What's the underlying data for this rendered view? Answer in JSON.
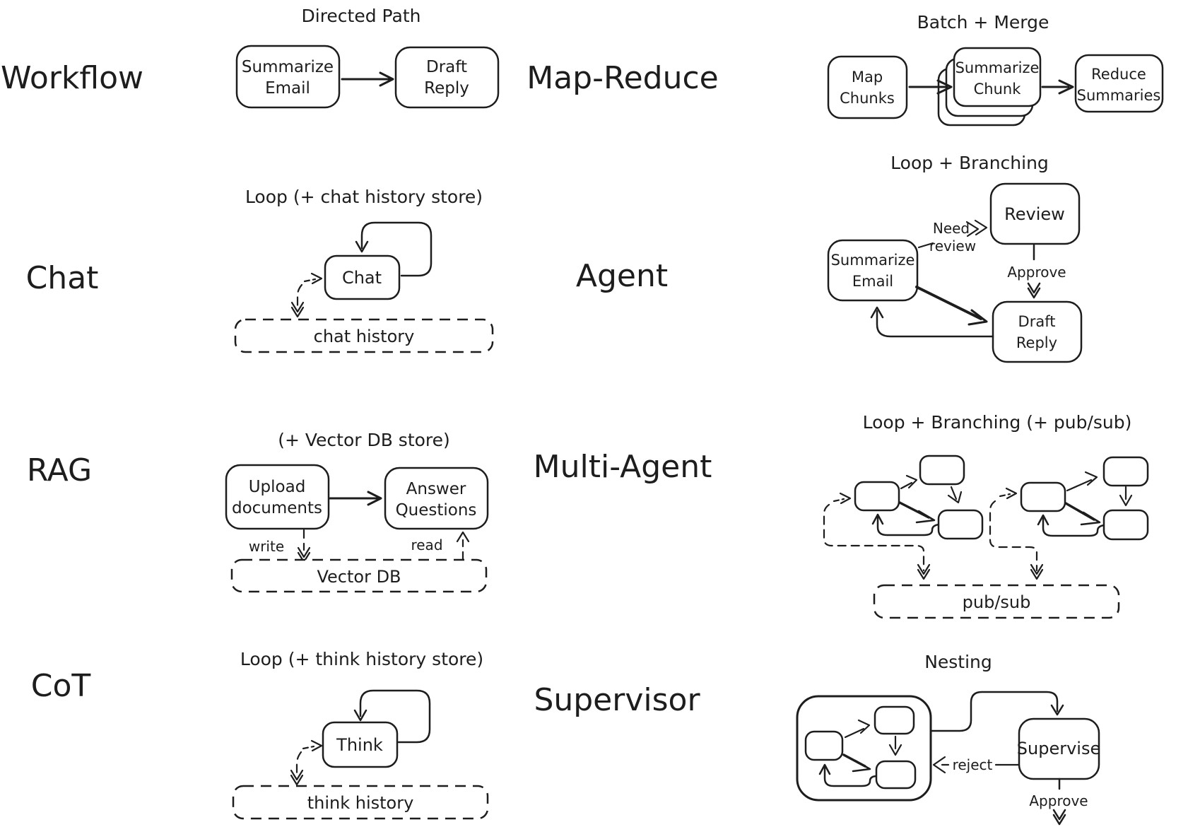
{
  "colors": {
    "ink": "#1d1d1d",
    "background": "#ffffff"
  },
  "panels": {
    "workflow": {
      "label": "Workflow",
      "title": "Directed Path",
      "nodes": {
        "summarize_email": [
          "Summarize",
          "Email"
        ],
        "draft_reply": [
          "Draft",
          "Reply"
        ]
      }
    },
    "map_reduce": {
      "label": "Map-Reduce",
      "title": "Batch + Merge",
      "nodes": {
        "map_chunks": [
          "Map",
          "Chunks"
        ],
        "summarize_chunk": [
          "Summarize",
          "Chunk"
        ],
        "reduce_summaries": [
          "Reduce",
          "Summaries"
        ]
      }
    },
    "chat": {
      "label": "Chat",
      "title": "Loop (+ chat history store)",
      "nodes": {
        "chat": "Chat"
      },
      "store": "chat history"
    },
    "agent": {
      "label": "Agent",
      "title": "Loop + Branching",
      "nodes": {
        "summarize_email": [
          "Summarize",
          "Email"
        ],
        "review": "Review",
        "draft_reply": [
          "Draft",
          "Reply"
        ]
      },
      "edges": {
        "need_review": [
          "Need",
          "review"
        ],
        "approve": "Approve"
      }
    },
    "rag": {
      "label": "RAG",
      "title": "(+ Vector DB store)",
      "nodes": {
        "upload_documents": [
          "Upload",
          "documents"
        ],
        "answer_questions": [
          "Answer",
          "Questions"
        ]
      },
      "edges": {
        "write": "write",
        "read": "read"
      },
      "store": "Vector DB"
    },
    "multi_agent": {
      "label": "Multi-Agent",
      "title": "Loop + Branching (+ pub/sub)",
      "store": "pub/sub"
    },
    "cot": {
      "label": "CoT",
      "title": "Loop (+ think history store)",
      "nodes": {
        "think": "Think"
      },
      "store": "think history"
    },
    "supervisor": {
      "label": "Supervisor",
      "title": "Nesting",
      "nodes": {
        "supervise": "Supervise"
      },
      "edges": {
        "reject": "reject",
        "approve": "Approve"
      }
    }
  }
}
